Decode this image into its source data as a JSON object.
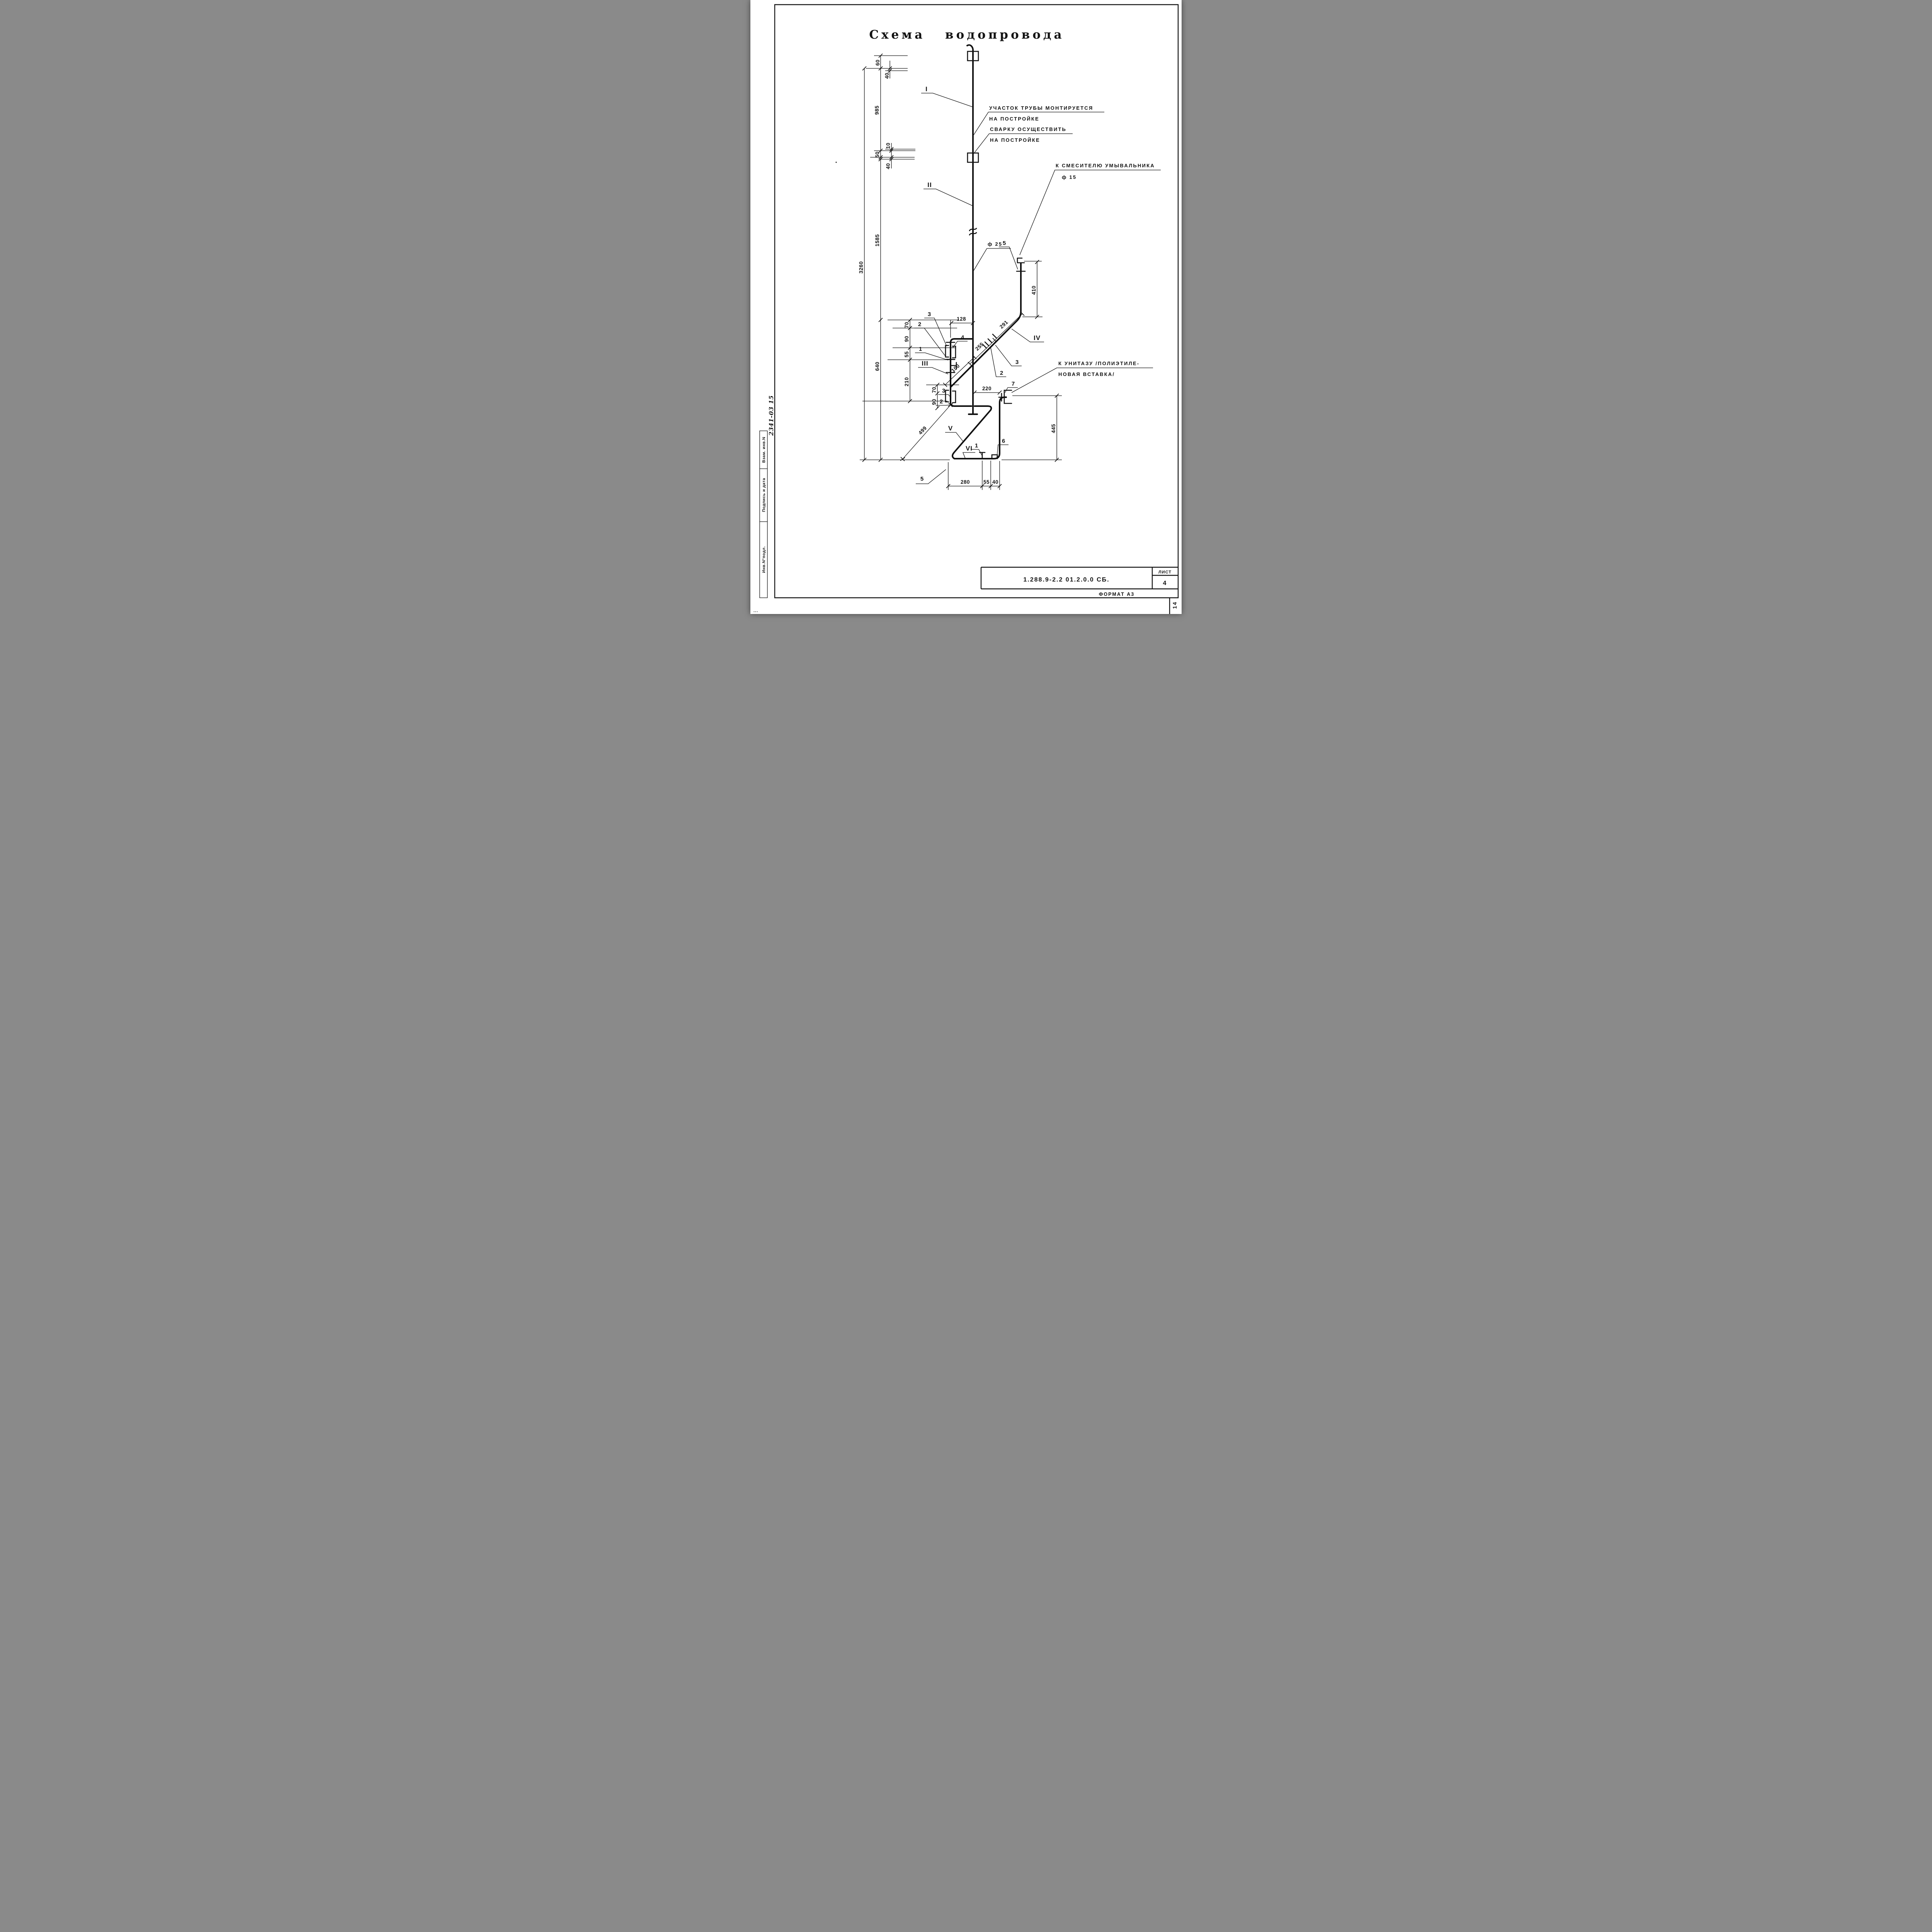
{
  "title": "Схема водопровода",
  "handwritten_code": "2341-03 15",
  "sidebar": {
    "box1": "Взам. инв.N",
    "box2": "Подпись и дата",
    "box3": "Инв.N°подл.",
    "dots": "..."
  },
  "annotations": {
    "pipe_mount_l1": "УЧАСТОК ТРУБЫ МОНТИРУЕТСЯ",
    "pipe_mount_l2": "НА ПОСТРОЙКЕ",
    "weld_l1": "СВАРКУ ОСУЩЕСТВИТЬ",
    "weld_l2": "НА ПОСТРОЙКЕ",
    "mixer_l1": "К СМЕСИТЕЛЮ УМЫВАЛЬНИКА",
    "mixer_l2": "ф 15",
    "toilet_l1": "К УНИТАЗУ /ПОЛИЭТИЛЕ-",
    "toilet_l2": "НОВАЯ ВСТАВКА/",
    "diameter_label": "ф 25"
  },
  "sections": {
    "i": "I",
    "ii": "II",
    "iii": "III",
    "iv": "IV",
    "v": "V",
    "vi": "VI"
  },
  "callouts": {
    "c1": "1",
    "c2": "2",
    "c3": "3",
    "c4": "4",
    "c5": "5",
    "c6": "6",
    "c7": "7"
  },
  "dimensions": {
    "d60": "60",
    "d40a": "40",
    "d985": "985",
    "d10": "10",
    "d50": "50",
    "d40b": "40",
    "d3260": "3260",
    "d1585": "1585",
    "d640": "640",
    "d70a": "70",
    "d90a": "90",
    "d55a": "55",
    "d210": "210",
    "d128": "128",
    "d100": "100",
    "d255": "255",
    "d291": "291",
    "d410": "410",
    "d70b": "70",
    "d90b": "90",
    "d220": "220",
    "d499": "499",
    "d445": "445",
    "d280": "280",
    "d55b": "55",
    "d40c": "40"
  },
  "title_block": {
    "code": "1.288.9-2.2    01.2.0.0 СБ.",
    "sheet_label": "ЛИСТ",
    "sheet_number": "4",
    "format_label": "ФОРМАТ А3",
    "page_number": "14"
  }
}
